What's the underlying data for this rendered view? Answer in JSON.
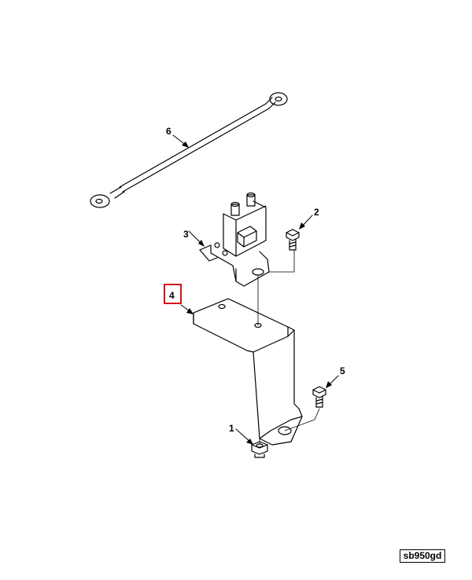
{
  "callouts": {
    "c1": "1",
    "c2": "2",
    "c3": "3",
    "c4": "4",
    "c5": "5",
    "c6": "6"
  },
  "drawing_code": "sb950gd",
  "colors": {
    "line": "#000000",
    "highlight": "#d0121b",
    "background": "#ffffff"
  }
}
